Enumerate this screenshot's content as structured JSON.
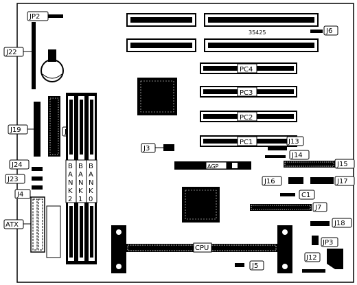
{
  "board_code": "35425",
  "labels": {
    "jp2": "JP2",
    "j22": "J22",
    "j6": "J6",
    "j19": "J19",
    "j20": "J20",
    "j24": "J24",
    "j23": "J23",
    "j4": "J4",
    "atx": "ATX",
    "j3": "J3",
    "j13": "J13",
    "j14": "J14",
    "j15": "J15",
    "j16": "J16",
    "j17": "J17",
    "c1": "C1",
    "j7": "J7",
    "j18": "J18",
    "jp3": "JP3",
    "j12": "J12",
    "j5": "J5",
    "cpu": "CPU",
    "agp": "AGP",
    "pc1": "PC1",
    "pc2": "PC2",
    "pc3": "PC3",
    "pc4": "PC4"
  },
  "banks": {
    "bank2": [
      "B",
      "A",
      "N",
      "K",
      "2"
    ],
    "bank1": [
      "B",
      "A",
      "N",
      "K",
      "1"
    ],
    "bank0": [
      "B",
      "A",
      "N",
      "K",
      "0"
    ]
  }
}
